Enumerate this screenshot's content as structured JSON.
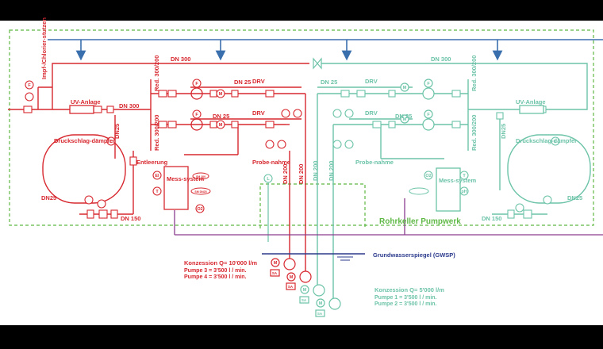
{
  "colors": {
    "red": "#d7282f",
    "green": "#6cc3a8",
    "blue": "#3a6fae",
    "purple": "#8a3d8f",
    "boundary": "#5db844",
    "dark": "#333333",
    "navy": "#2b3a8c"
  },
  "labels": {
    "dn300_left": "DN 300",
    "dn300_right": "DN 300",
    "dn300_uv": "DN 300",
    "chlor": "Impf-/Chlorier-stutzen",
    "uv_left": "UV-Anlage",
    "uv_right": "UV-Anlage",
    "red_left": "Red. 300/200",
    "red_left2": "Red. 300/200",
    "red_right": "Red. 300/200",
    "red_right2": "Red. 300/200",
    "dn25_top_red": "DN 25",
    "dn25_mid_red": "DN 25",
    "dn25_top_green": "DN 25",
    "dn25_mid_green": "DN 25",
    "dn25_vert_left": "DN25",
    "dn25_vert_right": "DN25",
    "dn25_left_bottom": "DN25",
    "dn25_right_bottom": "DN25",
    "drv1": "DRV",
    "drv2": "DRV",
    "drv3": "DRV",
    "drv4": "DRV",
    "druck_left": "Druckschlag-dämpfer",
    "druck_right": "Druckschlag-dämpfer",
    "entleerung": "Entleerung",
    "probe_left": "Probe-nahme",
    "probe_right": "Probe-nahme",
    "mess_left": "Mess-system",
    "mess_right": "Mess-system",
    "dn200_1": "DN 200",
    "dn200_2": "DN 200",
    "dn200_3": "DN 200",
    "dn200_4": "DN 200",
    "dn150_left": "DN 150",
    "dn150_right": "DN 150",
    "rohrkeller": "Rohrkeller Pumpwerk",
    "gwsp": "Grundwasserspiegel (GWSP)",
    "konz_red_title": "Konzession Q= 10'000 l/m",
    "konz_red_p3": "Pumpe 3 = 3'500 l / min.",
    "konz_red_p4": "Pumpe 4 = 3'500 l / min.",
    "konz_green_title": "Konzession Q= 5'000 l/m",
    "konz_green_p1": "Pumpe 1 = 3'500 l / min.",
    "konz_green_p2": "Pumpe 2 = 3'500 l / min."
  },
  "symbols": {
    "flow": "F",
    "motor": "M",
    "level": "L",
    "temp": "T",
    "el": "El",
    "o2": "O2",
    "ph": "pH",
    "sa": "SA",
    "sm200": "SM 200",
    "sm_dn": "SM DN25"
  }
}
